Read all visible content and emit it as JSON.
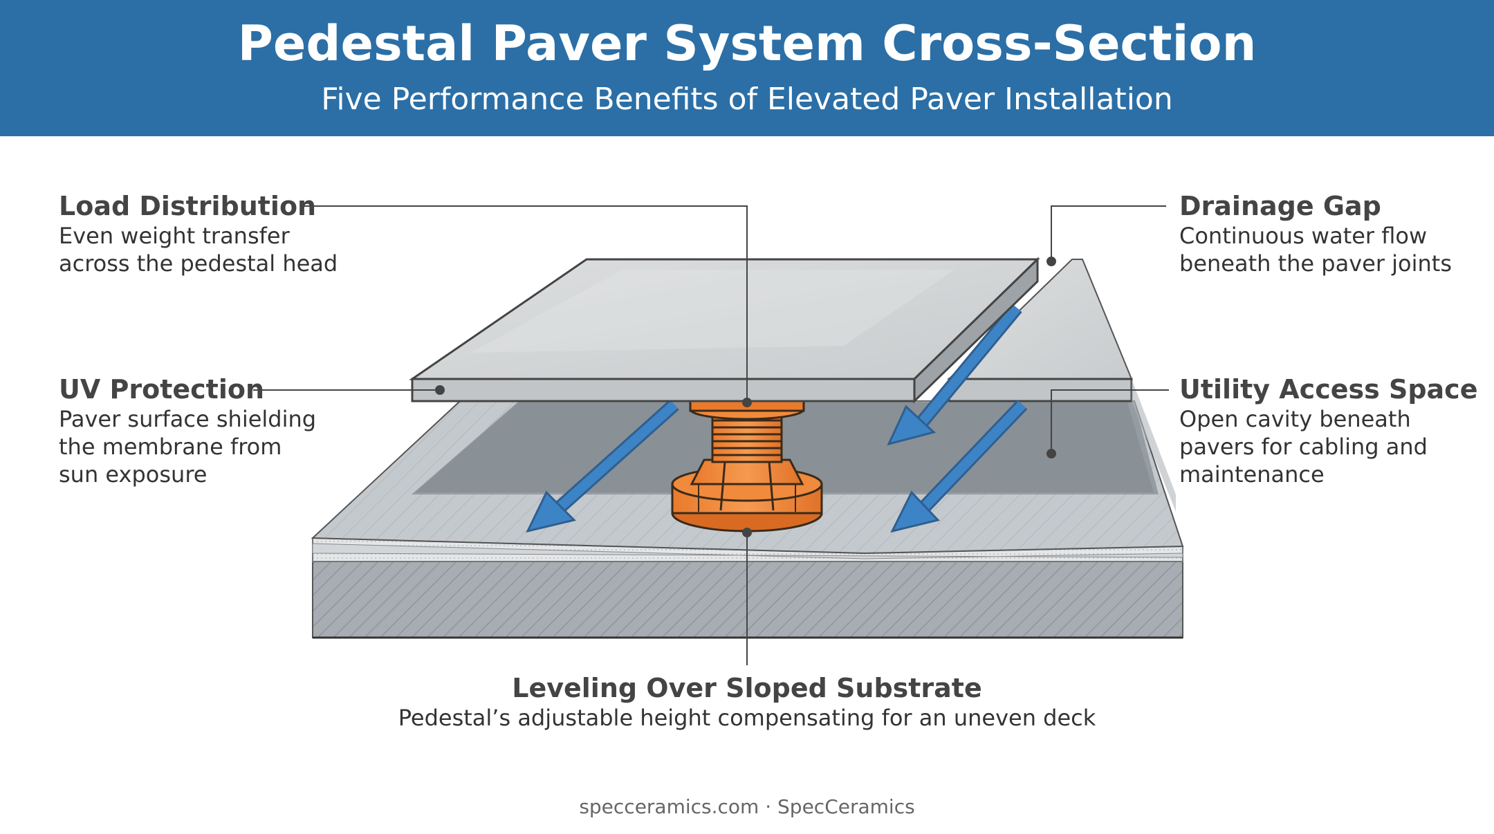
{
  "header": {
    "title": "Pedestal Paver System Cross-Section",
    "subtitle": "Five Performance Benefits of Elevated Paver Installation"
  },
  "callouts": {
    "load": {
      "title": "Load Distribution",
      "lines": [
        "Even weight transfer",
        "across the pedestal head"
      ]
    },
    "uv": {
      "title": "UV Protection",
      "lines": [
        "Paver surface shielding",
        "the membrane from",
        "sun exposure"
      ]
    },
    "drainage": {
      "title": "Drainage Gap",
      "lines": [
        "Continuous water flow",
        "beneath the paver joints"
      ]
    },
    "utility": {
      "title": "Utility Access Space",
      "lines": [
        "Open cavity beneath",
        "pavers for cabling and",
        "maintenance"
      ]
    },
    "leveling": {
      "title": "Leveling Over Sloped Substrate",
      "lines": [
        "Pedestal’s adjustable height compensating for an uneven deck"
      ]
    }
  },
  "footer": {
    "text": "specceramics.com · SpecCeramics"
  },
  "colors": {
    "header_bg": "#2b6fa6",
    "pedestal": "#f08a3c",
    "arrow": "#3d84c6",
    "paver": "#cfd1d3",
    "substrate": "#9aa1a8"
  }
}
